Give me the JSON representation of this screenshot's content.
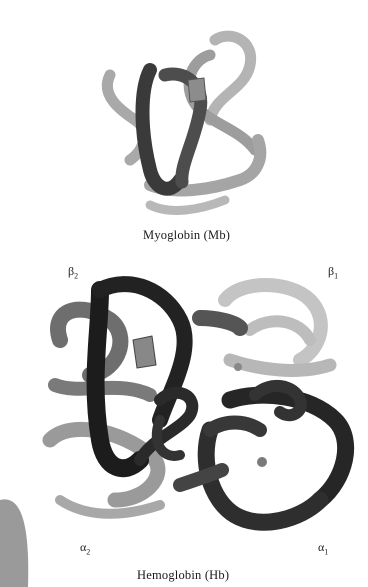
{
  "myoglobin": {
    "caption": "Myoglobin (Mb)"
  },
  "hemoglobin": {
    "caption": "Hemoglobin (Hb)",
    "subunits": [
      {
        "greek": "β",
        "index": "2",
        "shade": "#1a1a1a"
      },
      {
        "greek": "β",
        "index": "1",
        "shade": "#bdbdbd"
      },
      {
        "greek": "α",
        "index": "2",
        "shade": "#7a7a7a"
      },
      {
        "greek": "α",
        "index": "1",
        "shade": "#2a2a2a"
      }
    ]
  }
}
